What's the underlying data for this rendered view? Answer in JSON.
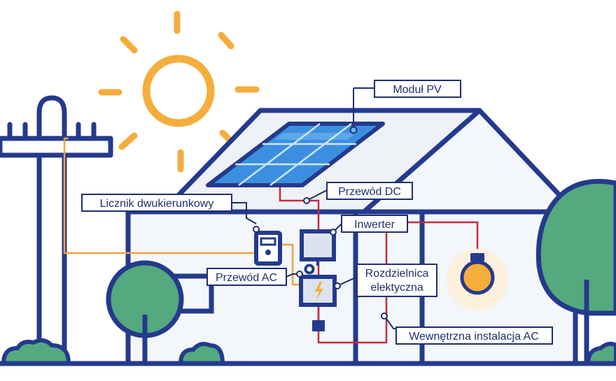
{
  "labels": {
    "pv_module": "Moduł PV",
    "dc_cable": "Przewód DC",
    "bidirectional_meter": "Licznik dwukierunkowy",
    "inverter": "Inwerter",
    "ac_cable": "Przewód AC",
    "switchboard_line1": "Rozdzielnica",
    "switchboard_line2": "elektyczna",
    "internal_ac": "Wewnętrzna instalacja AC"
  },
  "colors": {
    "outline": "#243a8c",
    "roof": "#eef1f6",
    "wall": "#f3f6fb",
    "sun": "#f5ad3b",
    "tree": "#54a97f",
    "panel": "#3c8fe0",
    "panel_light": "#6fb8f0",
    "dc_wire": "#c62a3c",
    "ac_wire": "#f2a13c",
    "bulb": "#f5ad3b",
    "bulb_glow": "#fdf0dc"
  }
}
